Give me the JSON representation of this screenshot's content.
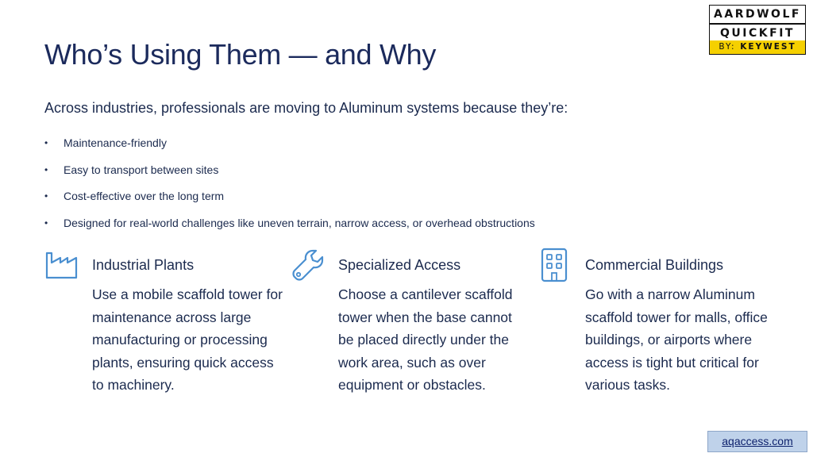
{
  "title": "Who’s Using Them — and Why",
  "logo": {
    "line1": "AARDWOLF",
    "line2": "QUICKFIT",
    "by": "BY:",
    "brand": "KEYWEST"
  },
  "intro": "Across industries, professionals are moving to Aluminum systems because they’re:",
  "bullets": [
    "Maintenance-friendly",
    "Easy to transport between sites",
    "Cost-effective over the long term",
    "Designed for real-world challenges like uneven terrain, narrow access, or overhead obstructions"
  ],
  "columns": [
    {
      "icon": "factory-icon",
      "heading": "Industrial Plants",
      "text": "Use a mobile scaffold tower for maintenance across large manufacturing or processing plants, ensuring quick access to machinery."
    },
    {
      "icon": "wrench-icon",
      "heading": "Specialized Access",
      "text": "Choose a cantilever scaffold tower when the base cannot be placed directly under the work area, such as over equipment or obstacles."
    },
    {
      "icon": "building-icon",
      "heading": "Commercial Buildings",
      "text": "Go with a narrow Aluminum scaffold tower for malls, office buildings, or airports where access is tight but critical for various tasks."
    }
  ],
  "footer_link": "aqaccess.com",
  "colors": {
    "title": "#1b2a5c",
    "icon": "#4a8fd0",
    "logo_band": "#f5d000",
    "footer_box": "#bfd2ea"
  }
}
